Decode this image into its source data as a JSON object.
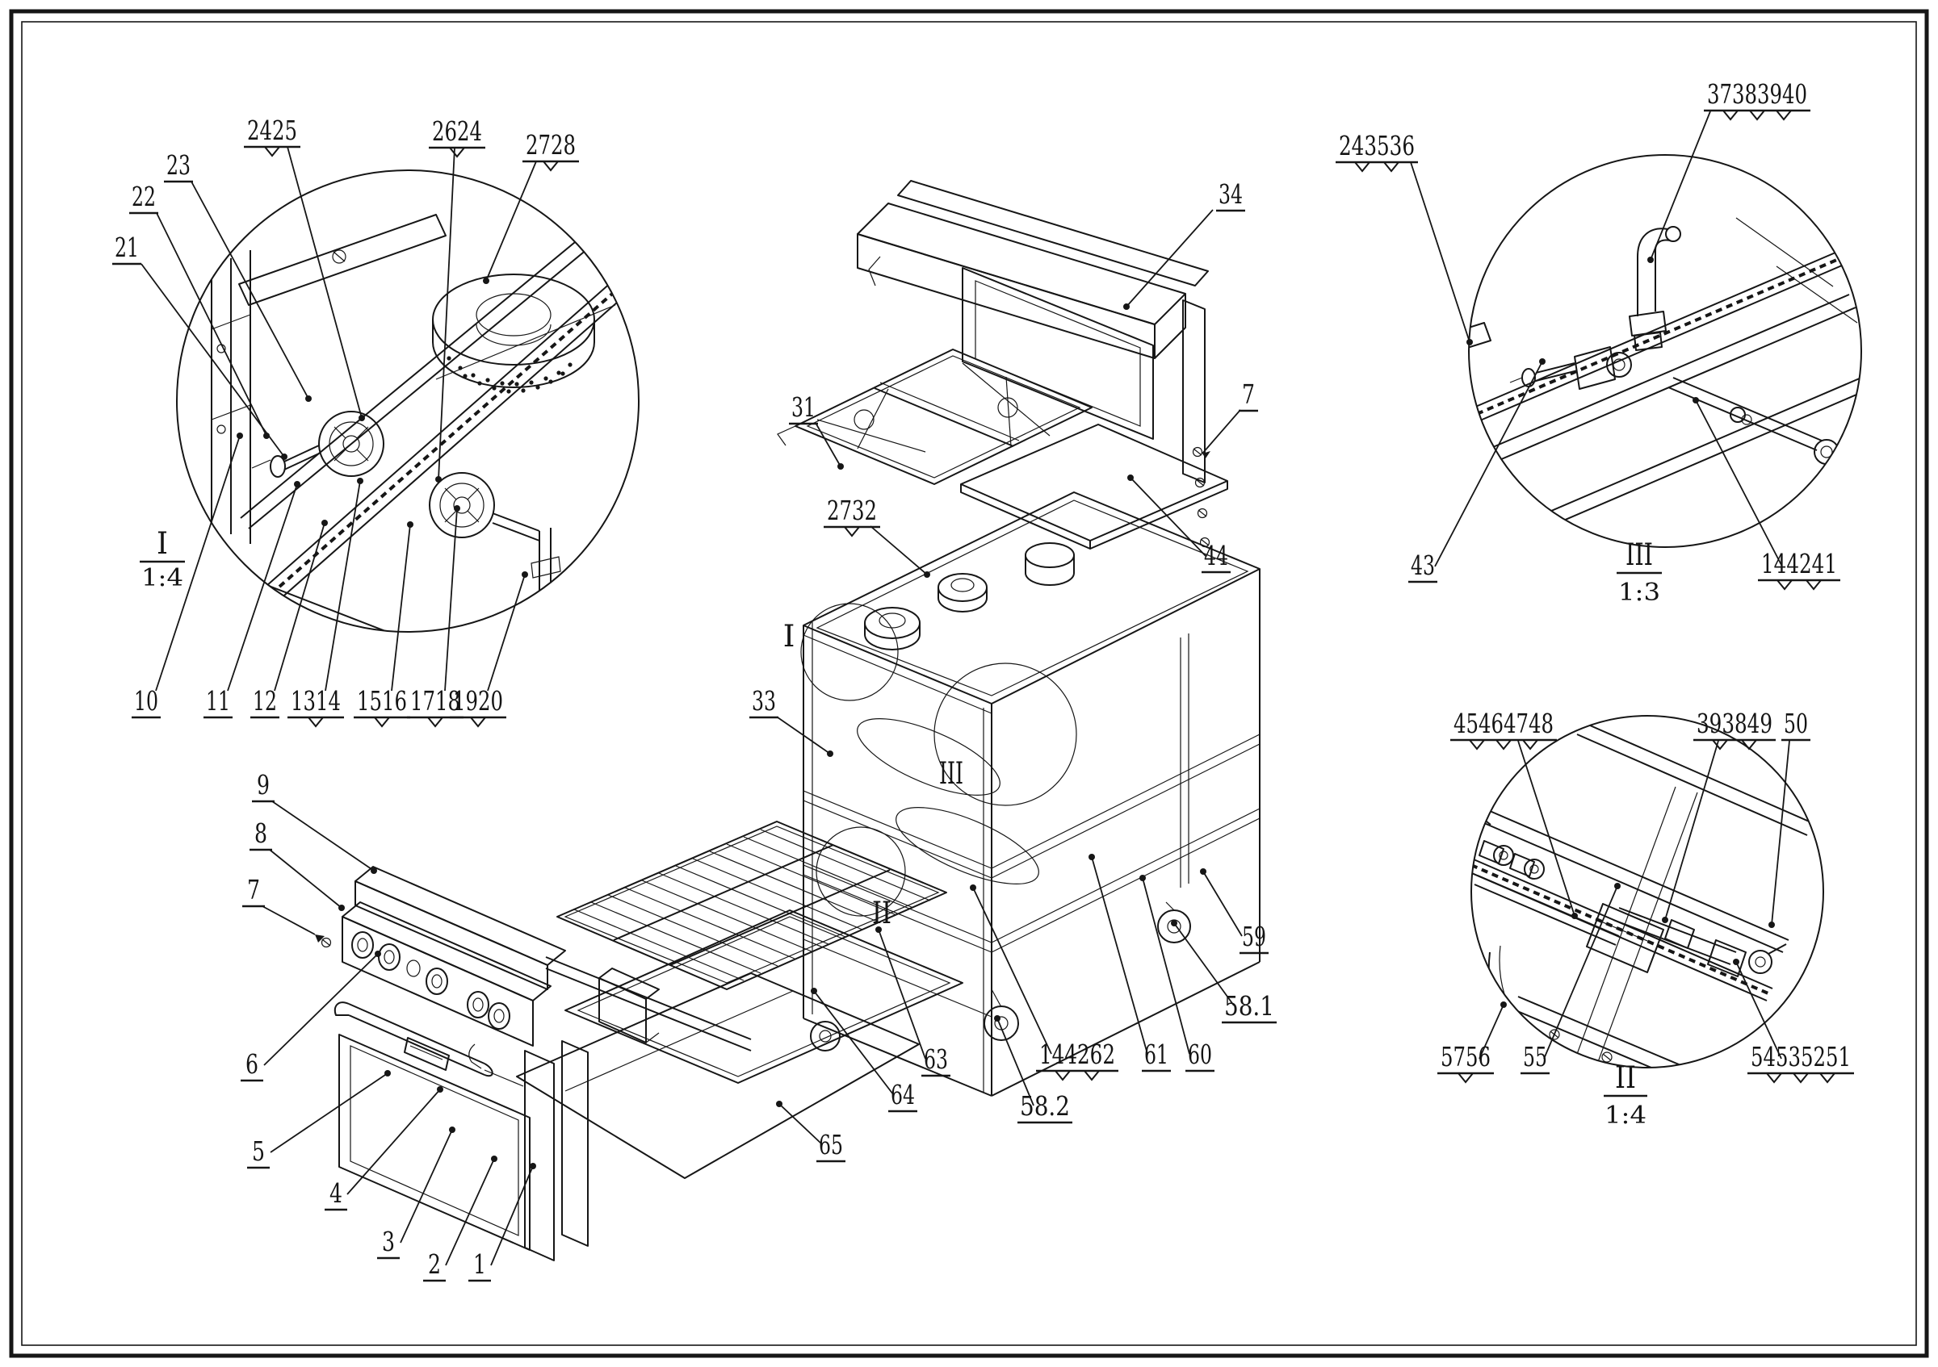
{
  "drawing": {
    "kind": "patent-style exploded parts diagram of a gas range / oven",
    "background": "#ffffff",
    "line_color": "#161616"
  },
  "views": {
    "i": {
      "name": "I",
      "scale": "1:4"
    },
    "ii": {
      "name": "II",
      "scale": "1:4"
    },
    "iii": {
      "name": "III",
      "scale": "1:3"
    }
  },
  "markers": {
    "i": "I",
    "ii": "II",
    "iii": "III"
  },
  "callouts": {
    "n21": "21",
    "n22": "22",
    "n23": "23",
    "n2425": "2425",
    "n2624": "2624",
    "n2728": "2728",
    "n10": "10",
    "n11": "11",
    "n12": "12",
    "n1314": "1314",
    "n1516": "1516",
    "n1718": "1718",
    "n1920": "1920",
    "n34": "34",
    "n31": "31",
    "n7_side": "7",
    "n2732": "2732",
    "n44": "44",
    "n33": "33",
    "n63": "63",
    "n64": "64",
    "n65": "65",
    "n58_2": "58.2",
    "n144262": "144262",
    "n61": "61",
    "n60": "60",
    "n58_1": "58.1",
    "n59": "59",
    "n9": "9",
    "n8": "8",
    "n7_front": "7",
    "n6": "6",
    "n5": "5",
    "n4": "4",
    "n3": "3",
    "n2": "2",
    "n1": "1",
    "n243536": "243536",
    "n37383940": "37383940",
    "n43": "43",
    "n144241": "144241",
    "n45464748": "45464748",
    "n393849": "393849",
    "n50": "50",
    "n5756": "5756",
    "n55": "55",
    "n54535251": "54535251"
  }
}
